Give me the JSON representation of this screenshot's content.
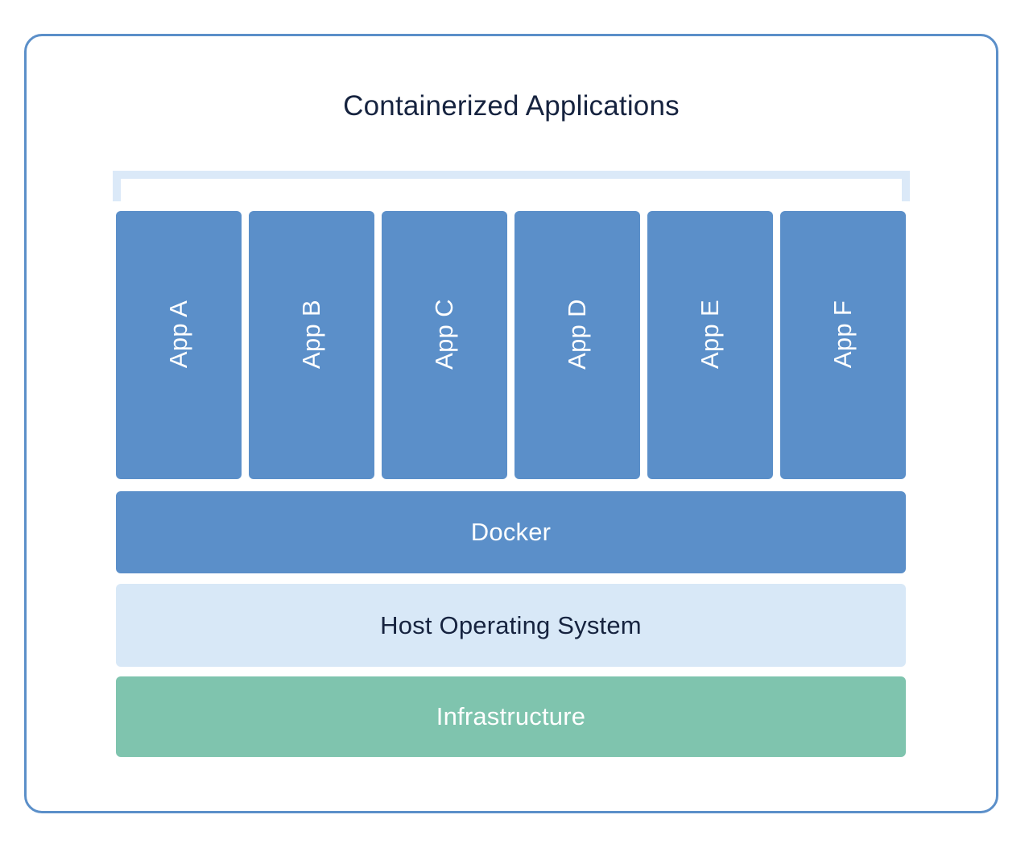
{
  "diagram": {
    "title": "Containerized Applications",
    "type": "layered-architecture-stack",
    "colors": {
      "frame_border": "#5b8fc9",
      "app_box": "#5b8fc9",
      "bracket": "#dbe9f8",
      "docker_bar": "#5b8fc9",
      "host_os_bar": "#d8e8f7",
      "infrastructure_bar": "#7fc4ae",
      "dark_text": "#16233f",
      "light_text": "#ffffff",
      "background": "#ffffff"
    },
    "bracket": {
      "label": "applications-grouping-bracket"
    },
    "apps": [
      {
        "label": "App A"
      },
      {
        "label": "App B"
      },
      {
        "label": "App C"
      },
      {
        "label": "App D"
      },
      {
        "label": "App E"
      },
      {
        "label": "App F"
      }
    ],
    "layers": [
      {
        "id": "docker",
        "label": "Docker"
      },
      {
        "id": "host-os",
        "label": "Host Operating System"
      },
      {
        "id": "infrastructure",
        "label": "Infrastructure"
      }
    ]
  }
}
